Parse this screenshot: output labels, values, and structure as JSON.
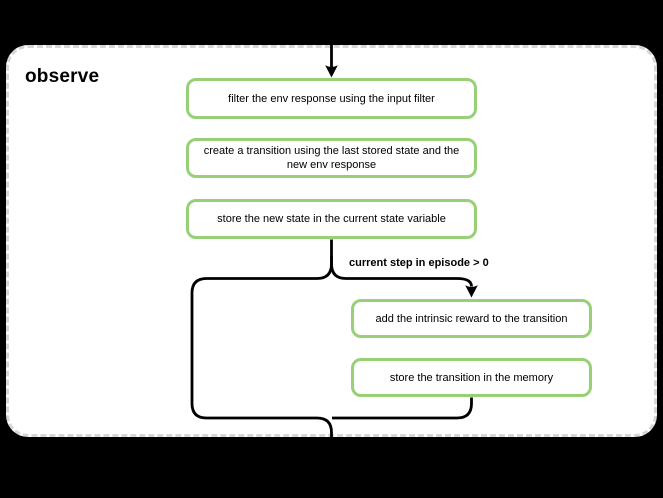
{
  "diagram": {
    "title": "observe",
    "nodes": [
      {
        "id": "filter-env-response",
        "label": "filter the env response using the input filter"
      },
      {
        "id": "create-transition",
        "label": "create a transition using the last stored state and the new env response"
      },
      {
        "id": "store-new-state",
        "label": "store the new state in the current state variable"
      },
      {
        "id": "add-intrinsic-reward",
        "label": "add the intrinsic reward to the transition"
      },
      {
        "id": "store-transition",
        "label": "store the transition in the memory"
      }
    ],
    "condition_label": "current step in episode > 0",
    "colors": {
      "page_bg": "#000000",
      "panel_bg": "#ffffff",
      "panel_border": "#d6d6d6",
      "node_fill": "#ffffff",
      "node_border": "#97d077",
      "edge": "#000000"
    }
  }
}
